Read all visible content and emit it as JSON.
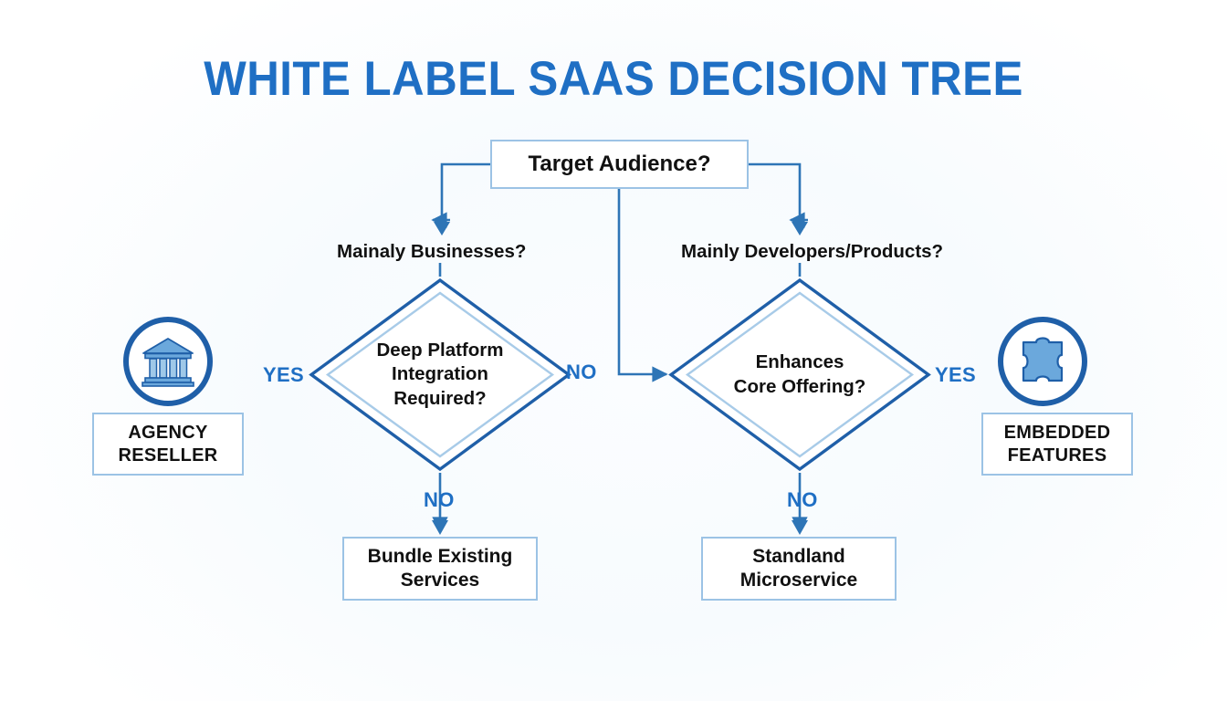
{
  "page": {
    "title": "WHITE LABEL SAAS DECISION TREE",
    "background_color": "#ffffff",
    "accent_color": "#1F6FC4",
    "line_color": "#2E75B6",
    "box_border_color": "#9CC3E5",
    "diamond_outer_color": "#1F5FA8",
    "diamond_inner_color": "#9CC3E5",
    "icon_fill_color": "#6BA8DC",
    "text_color": "#111111"
  },
  "diagram": {
    "type": "decision-tree",
    "root": {
      "label": "Target Audience?"
    },
    "branches": [
      {
        "id": "left",
        "question_label": "Mainaly Businesses?",
        "decision": "Deep Platform\nIntegration\nRequired?",
        "decision_line_1": "Deep Platform",
        "decision_line_2": "Integration",
        "decision_line_3": "Required?",
        "yes_label": "YES",
        "no_label": "NO",
        "yes_outcome": {
          "icon": "bank-icon",
          "label_line_1": "AGENCY",
          "label_line_2": "RESELLER"
        },
        "no_outcome": {
          "label_line_1": "Bundle Existing",
          "label_line_2": "Services"
        }
      },
      {
        "id": "right",
        "question_label": "Mainly Developers/Products?",
        "decision": "Enhances\nCore Offering?",
        "decision_line_1": "Enhances",
        "decision_line_2": "Core Offering?",
        "yes_label": "YES",
        "no_label": "NO",
        "yes_outcome": {
          "icon": "puzzle-piece-icon",
          "label_line_1": "EMBEDDED",
          "label_line_2": "FEATURES"
        },
        "no_outcome": {
          "label_line_1": "Standland",
          "label_line_2": "Microservice"
        }
      }
    ],
    "cross_edge": {
      "from": "Deep Platform Integration Required?",
      "to": "Enhances Core Offering?",
      "label": "NO"
    }
  }
}
